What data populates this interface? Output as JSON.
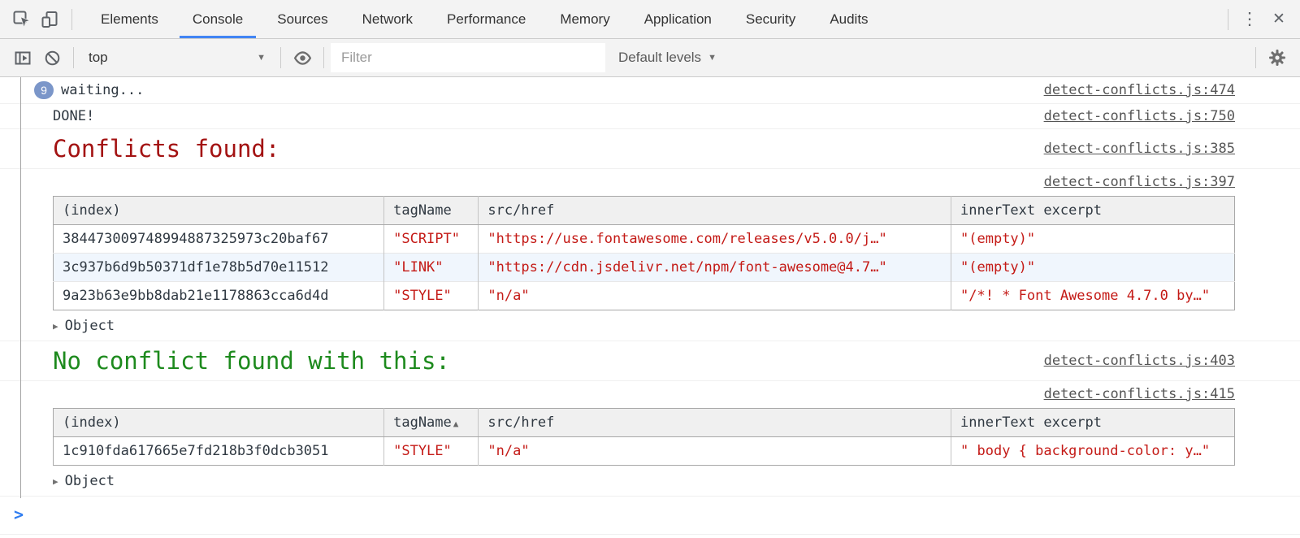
{
  "colors": {
    "accent-blue": "#4285f4",
    "badge-blue": "#7b96c9",
    "heading-red": "#a31212",
    "heading-green": "#1d8a1d",
    "string-red": "#c41a16",
    "prompt-blue": "#2f7df0",
    "link-gray": "#555555"
  },
  "tabbar": {
    "tabs": [
      "Elements",
      "Console",
      "Sources",
      "Network",
      "Performance",
      "Memory",
      "Application",
      "Security",
      "Audits"
    ]
  },
  "toolbar": {
    "context_selector": "top",
    "filter_placeholder": "Filter",
    "levels_label": "Default levels"
  },
  "icons": {
    "dropdown_arrow": "▼",
    "disclosure_arrow": "▶",
    "sort_arrow": "▲",
    "kebab": "⋮",
    "close": "✕",
    "prompt_chevron": ">"
  },
  "console": {
    "messages": {
      "waiting": {
        "badge_count": "9",
        "text": "waiting...",
        "source": "detect-conflicts.js:474"
      },
      "done": {
        "text": "DONE!",
        "source": "detect-conflicts.js:750"
      },
      "conflicts_heading": {
        "text": "Conflicts found:",
        "source": "detect-conflicts.js:385"
      },
      "table1_msg": {
        "source": "detect-conflicts.js:397",
        "object_label": "Object"
      },
      "no_conflict_heading": {
        "text": "No conflict found with this:",
        "source": "detect-conflicts.js:403"
      },
      "table2_msg": {
        "source": "detect-conflicts.js:415",
        "object_label": "Object"
      }
    },
    "table1": {
      "headers": [
        "(index)",
        "tagName",
        "src/href",
        "innerText excerpt"
      ],
      "rows": [
        [
          "384473009748994887325973c20baf67",
          "\"SCRIPT\"",
          "\"https://use.fontawesome.com/releases/v5.0.0/j…\"",
          "\"(empty)\""
        ],
        [
          "3c937b6d9b50371df1e78b5d70e11512",
          "\"LINK\"",
          "\"https://cdn.jsdelivr.net/npm/font-awesome@4.7…\"",
          "\"(empty)\""
        ],
        [
          "9a23b63e9bb8dab21e1178863cca6d4d",
          "\"STYLE\"",
          "\"n/a\"",
          "\"/*! * Font Awesome 4.7.0 by…\""
        ]
      ]
    },
    "table2": {
      "headers": [
        "(index)",
        "tagName",
        "src/href",
        "innerText excerpt"
      ],
      "rows": [
        [
          "1c910fda617665e7fd218b3f0dcb3051",
          "\"STYLE\"",
          "\"n/a\"",
          "\" body { background-color: y…\""
        ]
      ]
    }
  }
}
